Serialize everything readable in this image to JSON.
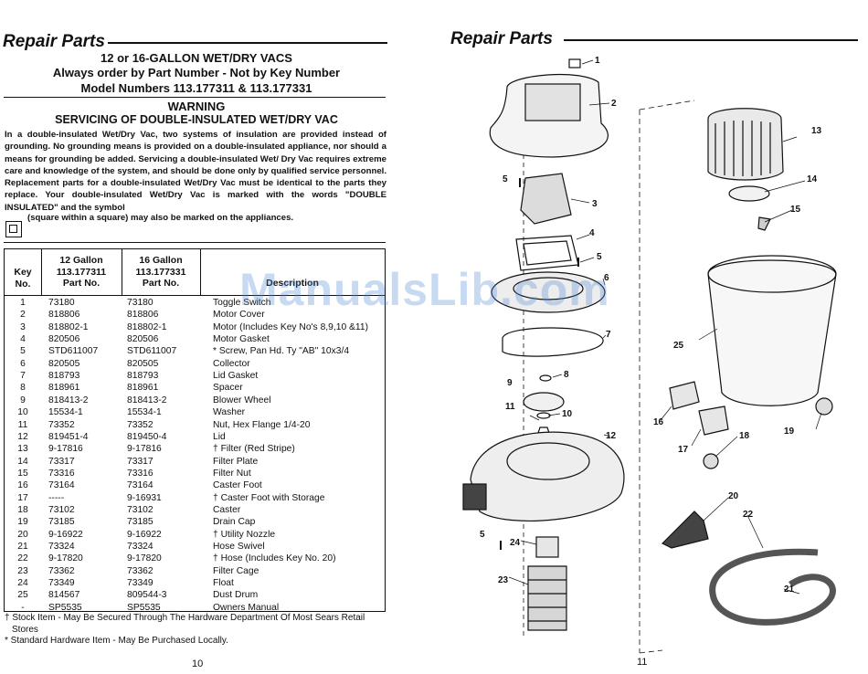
{
  "left_page": {
    "section_title": "Repair Parts",
    "heading_models": "12 or 16-GALLON WET/DRY VACS",
    "heading_order": "Always order by Part Number - Not by Key Number",
    "heading_model_numbers": "Model Numbers 113.177311 & 113.177331",
    "warning_title": "WARNING",
    "warning_subtitle": "SERVICING OF DOUBLE-INSULATED WET/DRY VAC",
    "warning_text": "In a double-insulated Wet/Dry Vac, two systems of insulation are provided instead of grounding. No grounding means is provided on a double-insulated appliance, nor should a means for grounding be added. Servicing a double-insulated Wet/ Dry Vac requires extreme care and knowledge of the system, and should be done only by qualified service personnel. Replacement parts for a double-insulated Wet/Dry Vac must be identical to the parts they replace. Your double-insulated Wet/Dry Vac is marked with the words \"DOUBLE INSULATED\" and the symbol",
    "warning_symbol_text": "(square within a square) may also be marked on the appliances.",
    "table": {
      "headers": {
        "key_1": "Key",
        "key_2": "No.",
        "g12_1": "12 Gallon",
        "g12_2": "113.177311",
        "g12_3": "Part No.",
        "g16_1": "16 Gallon",
        "g16_2": "113.177331",
        "g16_3": "Part No.",
        "desc": "Description"
      },
      "rows": [
        {
          "key": "1",
          "p12": "73180",
          "p16": "73180",
          "desc": "Toggle Switch"
        },
        {
          "key": "2",
          "p12": "818806",
          "p16": "818806",
          "desc": "Motor Cover"
        },
        {
          "key": "3",
          "p12": "818802-1",
          "p16": "818802-1",
          "desc": "Motor (Includes Key No's 8,9,10 &11)"
        },
        {
          "key": "4",
          "p12": "820506",
          "p16": "820506",
          "desc": "Motor Gasket"
        },
        {
          "key": "5",
          "p12": "STD611007",
          "p16": "STD611007",
          "desc": "* Screw, Pan Hd. Ty \"AB\" 10x3/4"
        },
        {
          "key": "6",
          "p12": "820505",
          "p16": "820505",
          "desc": "Collector"
        },
        {
          "key": "7",
          "p12": "818793",
          "p16": "818793",
          "desc": "Lid Gasket"
        },
        {
          "key": "8",
          "p12": "818961",
          "p16": "818961",
          "desc": "Spacer"
        },
        {
          "key": "9",
          "p12": "818413-2",
          "p16": "818413-2",
          "desc": "Blower Wheel"
        },
        {
          "key": "10",
          "p12": "15534-1",
          "p16": "15534-1",
          "desc": "Washer"
        },
        {
          "key": "11",
          "p12": "73352",
          "p16": "73352",
          "desc": "Nut, Hex Flange 1/4-20"
        },
        {
          "key": "12",
          "p12": "819451-4",
          "p16": "819450-4",
          "desc": "Lid"
        },
        {
          "key": "13",
          "p12": "9-17816",
          "p16": "9-17816",
          "desc": "† Filter (Red Stripe)"
        },
        {
          "key": "14",
          "p12": "73317",
          "p16": "73317",
          "desc": "Filter Plate"
        },
        {
          "key": "15",
          "p12": "73316",
          "p16": "73316",
          "desc": "Filter Nut"
        },
        {
          "key": "16",
          "p12": "73164",
          "p16": "73164",
          "desc": "Caster Foot"
        },
        {
          "key": "17",
          "p12": "-----",
          "p16": "9-16931",
          "desc": "† Caster Foot with Storage"
        },
        {
          "key": "18",
          "p12": "73102",
          "p16": "73102",
          "desc": "Caster"
        },
        {
          "key": "19",
          "p12": "73185",
          "p16": "73185",
          "desc": "Drain Cap"
        },
        {
          "key": "20",
          "p12": "9-16922",
          "p16": "9-16922",
          "desc": "† Utility Nozzle"
        },
        {
          "key": "21",
          "p12": "73324",
          "p16": "73324",
          "desc": "Hose Swivel"
        },
        {
          "key": "22",
          "p12": "9-17820",
          "p16": "9-17820",
          "desc": "† Hose (Includes Key No. 20)"
        },
        {
          "key": "23",
          "p12": "73362",
          "p16": "73362",
          "desc": "Filter Cage"
        },
        {
          "key": "24",
          "p12": "73349",
          "p16": "73349",
          "desc": "Float"
        },
        {
          "key": "25",
          "p12": "814567",
          "p16": "809544-3",
          "desc": "Dust Drum"
        },
        {
          "key": "-",
          "p12": "SP5535",
          "p16": "SP5535",
          "desc": "Owners Manual"
        }
      ]
    },
    "footnote_stock": "† Stock Item - May Be Secured Through The Hardware Department Of Most Sears Retail",
    "footnote_stock_2": "Stores",
    "footnote_standard": "* Standard Hardware Item - May Be Purchased Locally.",
    "page_number": "10"
  },
  "right_page": {
    "section_title": "Repair Parts",
    "page_number": "11",
    "callouts": [
      "1",
      "2",
      "3",
      "4",
      "5",
      "6",
      "7",
      "8",
      "9",
      "10",
      "11",
      "12",
      "13",
      "14",
      "15",
      "16",
      "17",
      "18",
      "19",
      "20",
      "21",
      "22",
      "23",
      "24",
      "25",
      "5",
      "5"
    ]
  },
  "watermark": "ManualsLib.com"
}
